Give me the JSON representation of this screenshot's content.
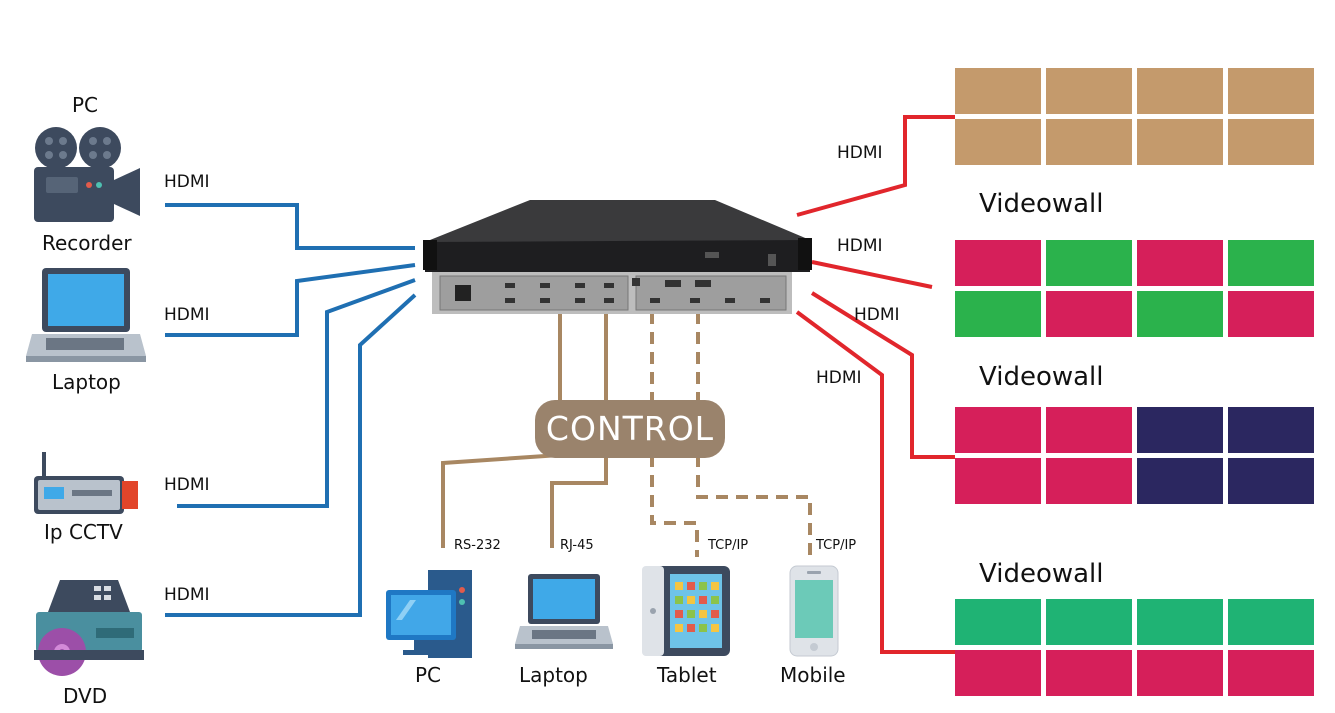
{
  "sources": [
    {
      "title": "PC",
      "label": "Recorder",
      "icon": "video-recorder-icon",
      "link": "HDMI"
    },
    {
      "label": "Laptop",
      "icon": "laptop-icon",
      "link": "HDMI"
    },
    {
      "label": "Ip CCTV",
      "icon": "ip-cctv-icon",
      "link": "HDMI"
    },
    {
      "label": "DVD",
      "icon": "dvd-player-icon",
      "link": "HDMI"
    }
  ],
  "outputs": [
    {
      "link": "HDMI",
      "label": "Videowall",
      "colors": [
        "#c49a6c",
        "#c49a6c",
        "#c49a6c",
        "#c49a6c",
        "#c49a6c",
        "#c49a6c",
        "#c49a6c",
        "#c49a6c"
      ]
    },
    {
      "link": "HDMI",
      "label": "Videowall",
      "colors": [
        "#d61f5a",
        "#2bb24c",
        "#d61f5a",
        "#2bb24c",
        "#2bb24c",
        "#d61f5a",
        "#2bb24c",
        "#d61f5a"
      ]
    },
    {
      "link": "HDMI",
      "label": "Videowall",
      "colors": [
        "#d61f5a",
        "#d61f5a",
        "#2b2760",
        "#2b2760",
        "#d61f5a",
        "#d61f5a",
        "#2b2760",
        "#2b2760"
      ]
    },
    {
      "link": "HDMI",
      "colors": [
        "#1fb374",
        "#1fb374",
        "#1fb374",
        "#1fb374",
        "#d61f5a",
        "#d61f5a",
        "#d61f5a",
        "#d61f5a"
      ]
    }
  ],
  "control": {
    "label": "CONTROL",
    "clients": [
      {
        "protocol": "RS-232",
        "label": "PC",
        "icon": "desktop-pc-icon"
      },
      {
        "protocol": "RJ-45",
        "label": "Laptop",
        "icon": "laptop-icon"
      },
      {
        "protocol": "TCP/IP",
        "label": "Tablet",
        "icon": "tablet-icon"
      },
      {
        "protocol": "TCP/IP",
        "label": "Mobile",
        "icon": "mobile-phone-icon"
      }
    ]
  },
  "colors": {
    "input_line": "#1f6fb2",
    "output_line": "#e1262c",
    "control_line": "#a88762",
    "control_box": "#9a836c"
  }
}
